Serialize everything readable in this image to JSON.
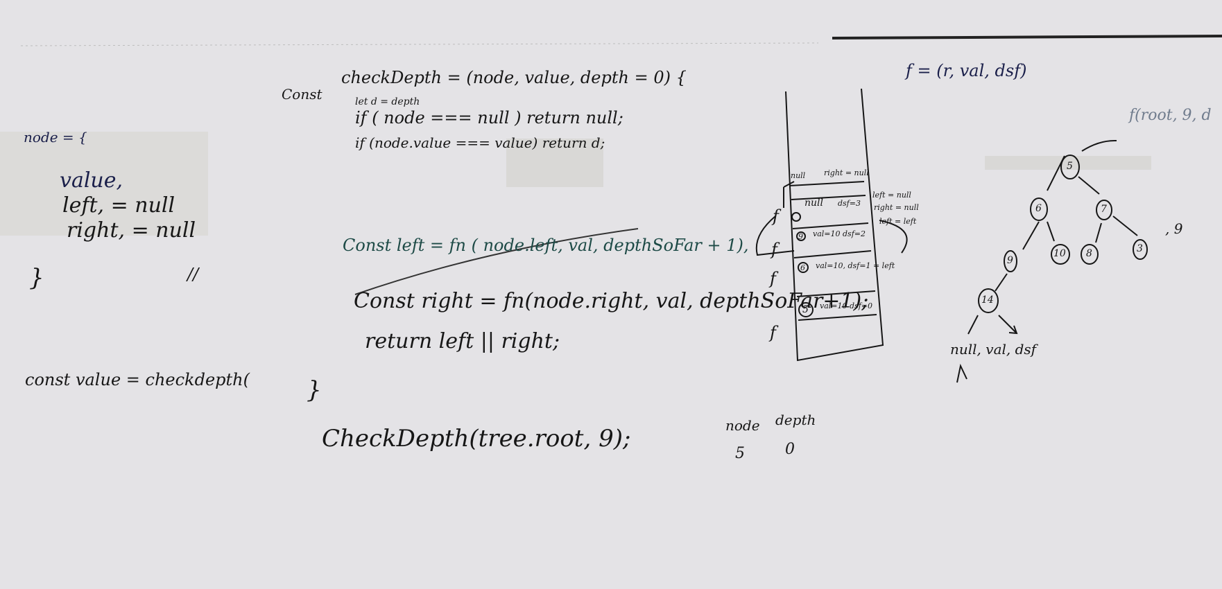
{
  "object_def": {
    "header": "node = {",
    "value_line": "value,",
    "left_line": "left, = null",
    "right_line": "right, = null",
    "close": "}",
    "comment": "//"
  },
  "value_call": "const value = checkdepth(",
  "function": {
    "keyword": "Const",
    "signature": "checkDepth = (node, value, depth = 0) {",
    "let_line": "let d = depth",
    "null_check": "if ( node === null ) return null;",
    "value_check": "if (node.value === value) return d;",
    "left_line": "Const left = fn ( node.left, val, depthSoFar + 1),",
    "right_line": "Const right = fn(node.right, val, depthSoFar+1);",
    "return_line": "return left || right;",
    "close": "}",
    "invocation": "CheckDepth(tree.root, 9);"
  },
  "call_stack": {
    "top_label": "null",
    "top_note": "right = null",
    "frames": [
      {
        "node": "null",
        "note": "dsf=3"
      },
      {
        "node": "9",
        "note": "val=10 dsf=2"
      },
      {
        "node": "6",
        "note": "val=10, dsf=1 = left"
      },
      {
        "node": "5",
        "note": "val=10 dsf=0"
      }
    ],
    "side_notes": [
      "left = null",
      "right = null",
      "left = left"
    ],
    "frame_labels": [
      "f",
      "f",
      "f",
      "f"
    ],
    "table_headers": [
      "node",
      "depth"
    ],
    "table_values": [
      "5",
      "0"
    ]
  },
  "signature_note": "f = (r, val, dsf)",
  "tree": {
    "call_note": "f(root, 9, d",
    "nodes": [
      "5",
      "6",
      "7",
      "9",
      "10",
      "8",
      "3",
      "14"
    ],
    "extra": ", 9",
    "leaf_note": "null, val, dsf"
  }
}
